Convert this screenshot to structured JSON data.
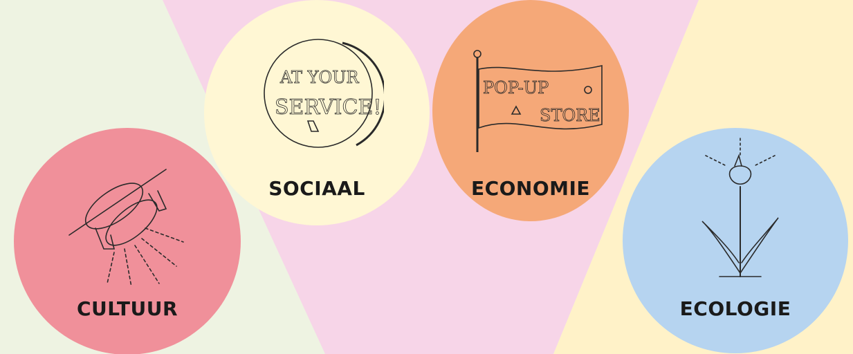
{
  "colors": {
    "background_left": "#eef3e2",
    "background_center": "#f7d5e8",
    "background_right": "#fff2c8",
    "cultuur": "#f0909a",
    "sociaal": "#fff7d4",
    "economie": "#f5a878",
    "ecologie": "#b6d4f0",
    "ink": "#2a2a2a"
  },
  "themes": {
    "cultuur": {
      "label": "CULTUUR",
      "icon": "spotlight-icon"
    },
    "sociaal": {
      "label": "SOCIAAL",
      "icon": "at-your-service-badge-icon",
      "sketch_text_1": "AT YOUR",
      "sketch_text_2": "SERVICE!"
    },
    "economie": {
      "label": "ECONOMIE",
      "icon": "pop-up-store-flag-icon",
      "sketch_text_1": "POP-UP",
      "sketch_text_2": "STORE"
    },
    "ecologie": {
      "label": "ECOLOGIE",
      "icon": "flower-icon"
    }
  }
}
